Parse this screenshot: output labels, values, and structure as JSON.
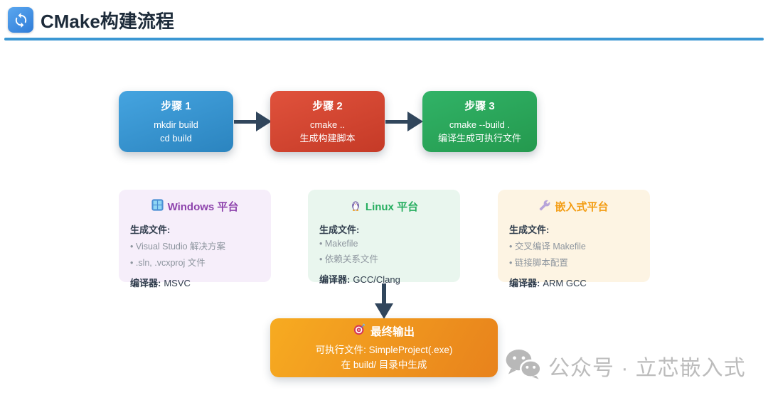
{
  "header": {
    "icon": "sync-arrows-icon",
    "title": "CMake构建流程"
  },
  "colors": {
    "accent_underline": "#3b97d3",
    "step1_blue": "#2e8fd0",
    "step2_red": "#d0402e",
    "step3_green": "#2aa558",
    "arrow_slate": "#31465c",
    "output_orange_start": "#f7ab21",
    "output_orange_end": "#e8821c",
    "windows_title": "#8e44ad",
    "windows_bg": "#f6eefa",
    "linux_title": "#27ae60",
    "linux_bg": "#e9f6ee",
    "embedded_title": "#f39c12",
    "embedded_bg": "#fdf4e3",
    "watermark_gray": "#bcbcbc"
  },
  "steps": [
    {
      "label": "步骤 1",
      "lines": [
        "mkdir build",
        "cd build"
      ]
    },
    {
      "label": "步骤 2",
      "lines": [
        "cmake ..",
        "生成构建脚本"
      ]
    },
    {
      "label": "步骤 3",
      "lines": [
        "cmake --build .",
        "编译生成可执行文件"
      ]
    }
  ],
  "platforms": [
    {
      "icon": "windows-logo-icon",
      "title": "Windows 平台",
      "files_label": "生成文件:",
      "files": [
        "• Visual Studio 解决方案",
        "• .sln, .vcxproj 文件"
      ],
      "compiler_label": "编译器:",
      "compiler": "MSVC"
    },
    {
      "icon": "penguin-icon",
      "title": "Linux 平台",
      "files_label": "生成文件:",
      "files": [
        "• Makefile",
        "• 依赖关系文件"
      ],
      "compiler_label": "编译器:",
      "compiler": "GCC/Clang"
    },
    {
      "icon": "wrench-icon",
      "title": "嵌入式平台",
      "files_label": "生成文件:",
      "files": [
        "• 交叉编译 Makefile",
        "• 链接脚本配置"
      ],
      "compiler_label": "编译器:",
      "compiler": "ARM GCC"
    }
  ],
  "output": {
    "icon": "dartboard-icon",
    "title": "最终输出",
    "lines": [
      "可执行文件: SimpleProject(.exe)",
      "在 build/ 目录中生成"
    ]
  },
  "watermark": {
    "icon": "wechat-icon",
    "text": "公众号 · 立芯嵌入式"
  }
}
